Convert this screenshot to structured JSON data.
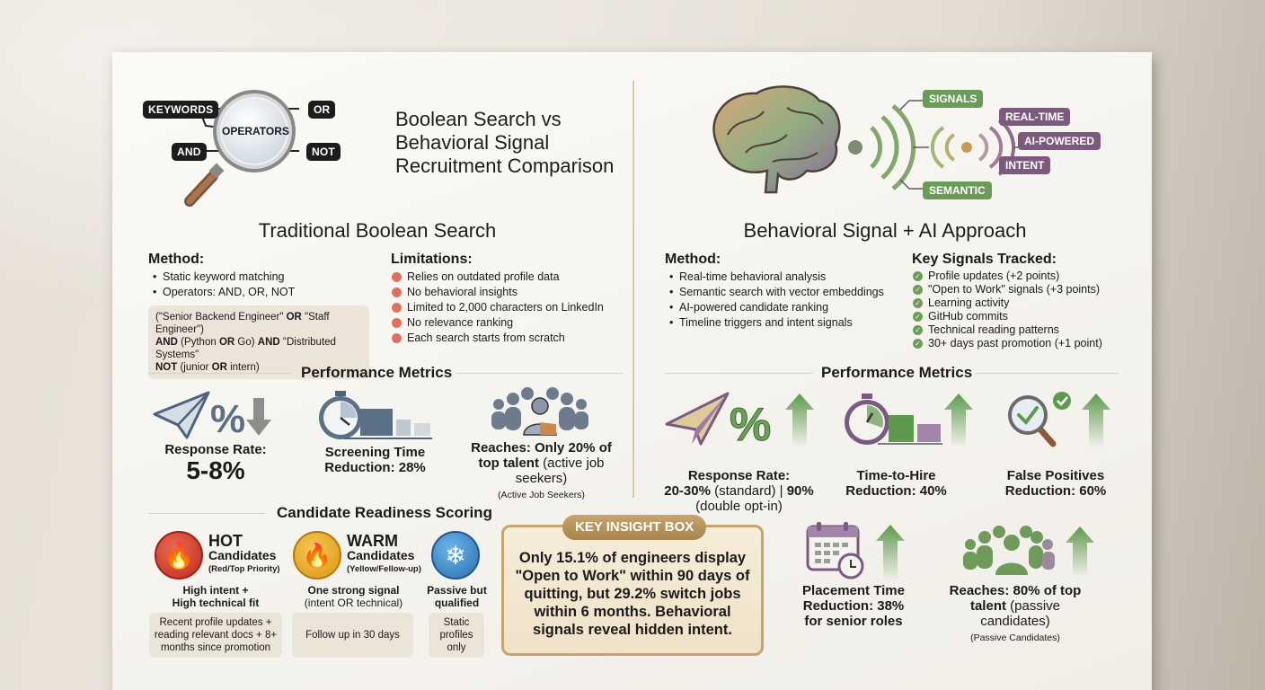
{
  "header": {
    "title_lines": [
      "Boolean Search vs",
      "Behavioral Signal",
      "Recruitment Comparison"
    ],
    "left_illustration": {
      "center_label": "OPERATORS",
      "tags": [
        "KEYWORDS",
        "OR",
        "AND",
        "NOT"
      ]
    },
    "right_illustration": {
      "green_tags": [
        "SIGNALS",
        "SEMANTIC"
      ],
      "purple_tags": [
        "REAL-TIME",
        "AI-POWERED",
        "INTENT"
      ]
    }
  },
  "left": {
    "title": "Traditional Boolean Search",
    "method": {
      "heading": "Method:",
      "items": [
        "Static keyword matching",
        "Operators: AND, OR, NOT"
      ],
      "query": {
        "line1_a": "(\"Senior Backend Engineer\" ",
        "line1_op": "OR",
        "line1_b": " \"Staff Engineer\")",
        "line2_op1": "AND",
        "line2_a": " (Python ",
        "line2_op2": "OR",
        "line2_b": " Go) ",
        "line2_op3": "AND",
        "line2_c": " \"Distributed Systems\"",
        "line3_op1": "NOT",
        "line3_a": " (junior ",
        "line3_op2": "OR",
        "line3_b": " intern)"
      }
    },
    "limitations": {
      "heading": "Limitations:",
      "items": [
        "Relies on outdated profile data",
        "No behavioral insights",
        "Limited to 2,000 characters on LinkedIn",
        "No relevance ranking",
        "Each search starts from scratch"
      ]
    },
    "performance": {
      "title": "Performance Metrics",
      "response": {
        "label": "Response Rate:",
        "value": "5-8%"
      },
      "screening": {
        "line1": "Screening Time",
        "line2": "Reduction: 28%"
      },
      "reach": {
        "bold": "Reaches: Only 20% of top talent",
        "normal": " (active job seekers)",
        "note": "(Active Job Seekers)"
      }
    },
    "readiness": {
      "title": "Candidate Readiness Scoring",
      "tiers": [
        {
          "name": "HOT",
          "sub": "Candidates",
          "tag": "(Red/Top Priority)",
          "desc_line1": "High intent +",
          "desc_line2": "High technical fit",
          "box": "Recent profile updates + reading relevant docs + 8+ months since promotion",
          "color": "#d23b2b"
        },
        {
          "name": "WARM",
          "sub": "Candidates",
          "tag": "(Yellow/Fellow-up)",
          "desc_line1": "One strong signal",
          "desc_line2": "(intent OR technical)",
          "box": "Follow up in 30 days",
          "color": "#e5a220"
        },
        {
          "desc_line1": "Passive but",
          "desc_line2": "qualified",
          "box": "Static profiles only",
          "color": "#3a86c8"
        }
      ]
    }
  },
  "right": {
    "title": "Behavioral Signal + AI Approach",
    "method": {
      "heading": "Method:",
      "items": [
        "Real-time behavioral analysis",
        "Semantic search with vector embeddings",
        "AI-powered candidate ranking",
        "Timeline triggers and intent signals"
      ]
    },
    "signals": {
      "heading": "Key Signals Tracked:",
      "items": [
        "Profile updates (+2 points)",
        "\"Open to Work\" signals (+3 points)",
        "Learning activity",
        "GitHub commits",
        "Technical reading patterns",
        "30+ days past promotion (+1 point)"
      ]
    },
    "performance": {
      "title": "Performance Metrics",
      "response": {
        "label": "Response Rate:",
        "value_bold": "20-30%",
        "value_mid": " (standard) | ",
        "value_bold2": "90%",
        "note": "(double opt-in)"
      },
      "hire": {
        "line1": "Time-to-Hire",
        "line2": "Reduction: 40%"
      },
      "false_pos": {
        "line1": "False Positives",
        "line2": "Reduction: 60%"
      },
      "placement": {
        "line1": "Placement Time",
        "line2": "Reduction: 38%",
        "line3": "for senior roles"
      },
      "reach": {
        "bold": "Reaches: 80% of top talent",
        "normal": " (passive candidates)",
        "note": "(Passive Candidates)"
      }
    }
  },
  "insight": {
    "tag": "KEY INSIGHT BOX",
    "text": "Only 15.1% of engineers display \"Open to Work\" within 90 days of quitting, but 29.2% switch jobs within 6 months. Behavioral signals reveal hidden intent."
  },
  "colors": {
    "green": "#6c9a5a",
    "purple": "#7c5a7e",
    "slate": "#5a6f88",
    "gold": "#c8a46c",
    "hot": "#d23b2b",
    "warm": "#e5a220",
    "cold": "#3a86c8"
  }
}
